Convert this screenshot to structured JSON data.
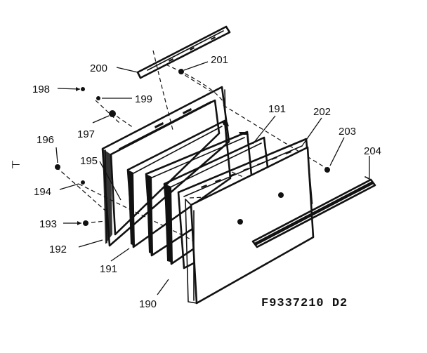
{
  "diagram": {
    "drawing_code": "F9337210 D2",
    "margin_mark": "⊢",
    "callouts": {
      "p190": "190",
      "p191a": "191",
      "p191b": "191",
      "p192": "192",
      "p193": "193",
      "p194": "194",
      "p195": "195",
      "p196": "196",
      "p197": "197",
      "p198": "198",
      "p199": "199",
      "p200": "200",
      "p201": "201",
      "p202": "202",
      "p203": "203",
      "p204": "204"
    }
  }
}
